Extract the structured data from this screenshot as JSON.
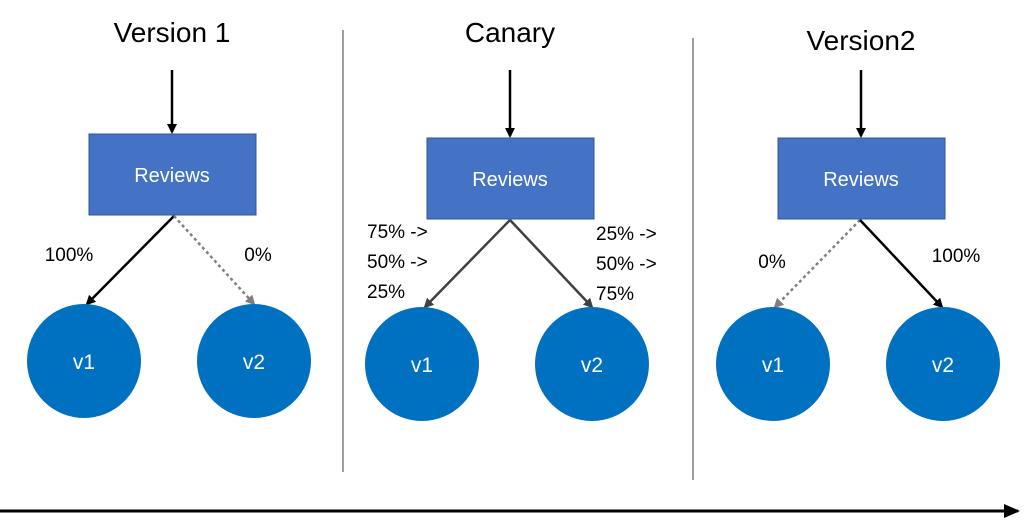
{
  "colors": {
    "service_box": "#4472C4",
    "service_box_border": "#2F5597",
    "version_node": "#0070C0",
    "divider": "#7F7F7F",
    "active_arrow": "#000000",
    "canary_arrow": "#404040",
    "inactive_arrow": "#7F7F7F",
    "label_text": "#000000",
    "box_text": "#ffffff"
  },
  "panels": [
    {
      "title": "Version 1",
      "service": "Reviews",
      "v1": "v1",
      "v2": "v2",
      "left_weight": "100%",
      "right_weight": "0%",
      "left_style": "active",
      "right_style": "inactive"
    },
    {
      "title": "Canary",
      "service": "Reviews",
      "v1": "v1",
      "v2": "v2",
      "left_weights": [
        "75% ->",
        "50% ->",
        "25%"
      ],
      "right_weights": [
        "25% ->",
        "50% ->",
        "75%"
      ],
      "left_style": "canary",
      "right_style": "canary"
    },
    {
      "title": "Version2",
      "service": "Reviews",
      "v1": "v1",
      "v2": "v2",
      "left_weight": "0%",
      "right_weight": "100%",
      "left_style": "inactive",
      "right_style": "active"
    }
  ]
}
